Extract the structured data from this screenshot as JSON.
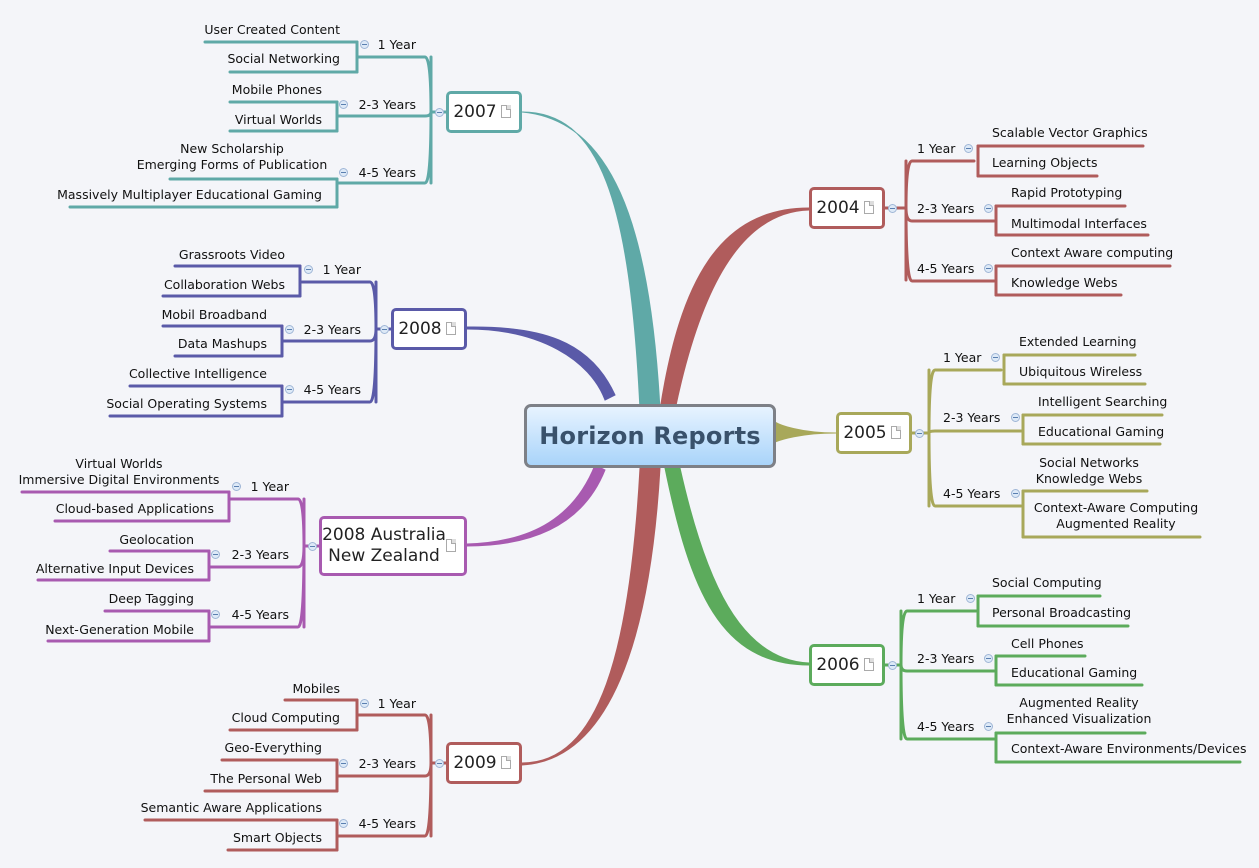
{
  "central_topic": "Horizon Reports",
  "years": [
    {
      "label": "2007",
      "color": "#5fa9a7",
      "groups": [
        {
          "label": "1 Year",
          "items": [
            "User Created Content",
            "Social Networking"
          ]
        },
        {
          "label": "2-3 Years",
          "items": [
            "Mobile Phones",
            "Virtual Worlds"
          ]
        },
        {
          "label": "4-5 Years",
          "items": [
            "New Scholarship\nEmerging Forms of Publication",
            "Massively Multiplayer Educational Gaming"
          ]
        }
      ]
    },
    {
      "label": "2008",
      "color": "#5a5aa8",
      "groups": [
        {
          "label": "1 Year",
          "items": [
            "Grassroots Video",
            "Collaboration Webs"
          ]
        },
        {
          "label": "2-3 Years",
          "items": [
            "Mobil Broadband",
            "Data Mashups"
          ]
        },
        {
          "label": "4-5 Years",
          "items": [
            "Collective Intelligence",
            "Social Operating Systems"
          ]
        }
      ]
    },
    {
      "label": "2008 Australia\nNew Zealand",
      "color": "#a85ab0",
      "groups": [
        {
          "label": "1 Year",
          "items": [
            "Virtual Worlds\nImmersive Digital Environments",
            "Cloud-based Applications"
          ]
        },
        {
          "label": "2-3 Years",
          "items": [
            "Geolocation",
            "Alternative Input Devices"
          ]
        },
        {
          "label": "4-5 Years",
          "items": [
            "Deep Tagging",
            "Next-Generation Mobile"
          ]
        }
      ]
    },
    {
      "label": "2009",
      "color": "#b05c5c",
      "groups": [
        {
          "label": "1 Year",
          "items": [
            "Mobiles",
            "Cloud Computing"
          ]
        },
        {
          "label": "2-3 Years",
          "items": [
            "Geo-Everything",
            "The Personal Web"
          ]
        },
        {
          "label": "4-5 Years",
          "items": [
            "Semantic Aware Applications",
            "Smart Objects"
          ]
        }
      ]
    },
    {
      "label": "2004",
      "color": "#b05c5c",
      "groups": [
        {
          "label": "1 Year",
          "items": [
            "Scalable Vector Graphics",
            "Learning Objects"
          ]
        },
        {
          "label": "2-3 Years",
          "items": [
            "Rapid Prototyping",
            "Multimodal Interfaces"
          ]
        },
        {
          "label": "4-5 Years",
          "items": [
            "Context Aware computing",
            "Knowledge Webs"
          ]
        }
      ]
    },
    {
      "label": "2005",
      "color": "#a8a85a",
      "groups": [
        {
          "label": "1 Year",
          "items": [
            "Extended Learning",
            "Ubiquitous Wireless"
          ]
        },
        {
          "label": "2-3 Years",
          "items": [
            "Intelligent Searching",
            "Educational Gaming"
          ]
        },
        {
          "label": "4-5 Years",
          "items": [
            "Social Networks\nKnowledge Webs",
            "Context-Aware Computing\nAugmented Reality"
          ]
        }
      ]
    },
    {
      "label": "2006",
      "color": "#5cab5c",
      "groups": [
        {
          "label": "1 Year",
          "items": [
            "Social Computing",
            "Personal Broadcasting"
          ]
        },
        {
          "label": "2-3 Years",
          "items": [
            "Cell Phones",
            "Educational Gaming"
          ]
        },
        {
          "label": "4-5 Years",
          "items": [
            "Augmented Reality\nEnhanced Visualization",
            "Context-Aware Environments/Devices"
          ]
        }
      ]
    }
  ]
}
